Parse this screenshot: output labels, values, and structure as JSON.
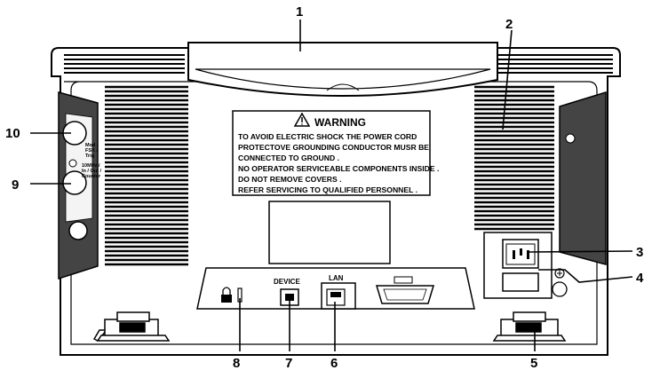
{
  "warning": {
    "title": "WARNING",
    "lines": [
      "TO AVOID ELECTRIC SHOCK THE POWER CORD",
      "PROTECTOVE GROUNDING CONDUCTOR MUSR BE",
      "CONNECTED TO GROUND .",
      "NO OPERATOR SERVICEABLE COMPONENTS INSIDE .",
      "DO NOT REMOVE COVERS .",
      "REFER SERVICING TO QUALIFIED PERSONNEL ."
    ]
  },
  "port_labels": {
    "device": "DEVICE",
    "lan": "LAN"
  },
  "left_panel": {
    "top_jack": [
      "Mod /",
      "FSK /",
      "Trig"
    ],
    "bottom_jack": [
      "10MHz /",
      "In / Out /",
      "Counter"
    ]
  },
  "callouts": [
    "1",
    "2",
    "3",
    "4",
    "5",
    "6",
    "7",
    "8",
    "9",
    "10"
  ]
}
